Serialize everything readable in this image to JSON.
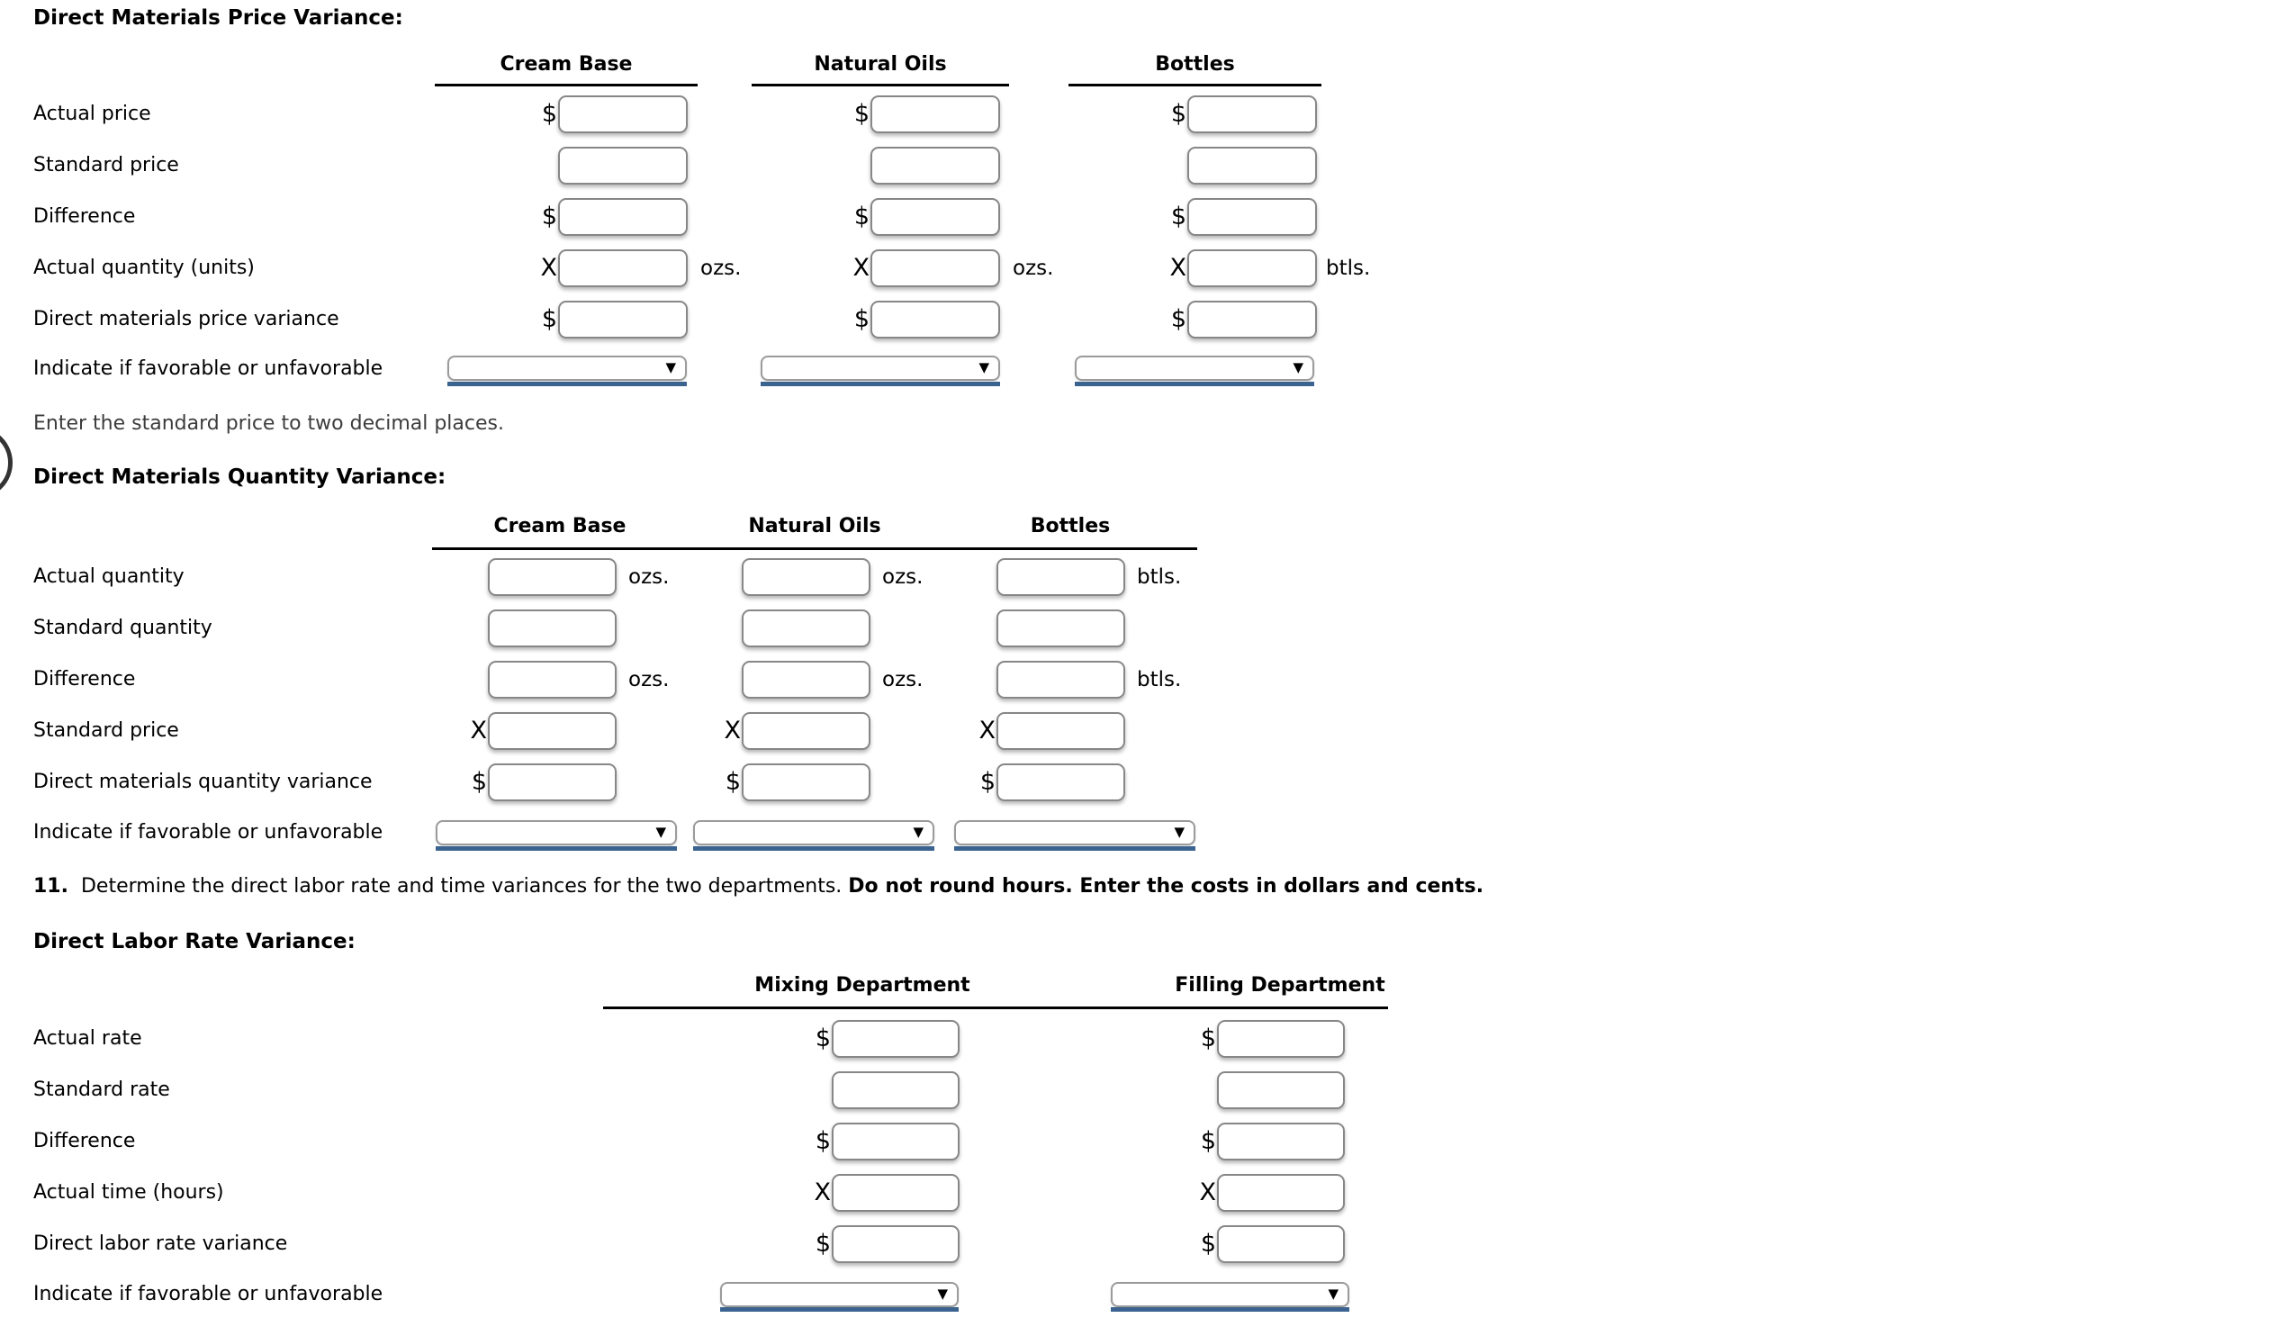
{
  "note": "Enter the standard price to two decimal places.",
  "instruction": {
    "number": "11.",
    "normal": "Determine the direct labor rate and time variances for the two departments.",
    "bold": "Do not round hours. Enter the costs in dollars and cents."
  },
  "icons": {
    "caret_down": "▼"
  },
  "colors": {
    "accent_blue": "#3a6390",
    "box_border": "#878787",
    "rule_black": "#000000",
    "muted_text": "#3c3c3c"
  },
  "sections": [
    {
      "title": "Direct Materials Price Variance:",
      "columns": [
        "Cream Base",
        "Natural Oils",
        "Bottles"
      ],
      "rows": [
        {
          "label": "Actual price",
          "prefixes": [
            "$",
            "$",
            "$"
          ]
        },
        {
          "label": "Standard price"
        },
        {
          "label": "Difference",
          "prefixes": [
            "$",
            "$",
            "$"
          ]
        },
        {
          "label": "Actual quantity (units)",
          "prefixes": [
            "X",
            "X",
            "X"
          ],
          "suffixes": [
            "ozs.",
            "ozs.",
            "btls."
          ]
        },
        {
          "label": "Direct materials price variance",
          "prefixes": [
            "$",
            "$",
            "$"
          ]
        }
      ],
      "favorable_label": "Indicate if favorable or unfavorable",
      "selects": [
        {
          "value": ""
        },
        {
          "value": ""
        },
        {
          "value": ""
        }
      ]
    },
    {
      "title": "Direct Materials Quantity Variance:",
      "columns": [
        "Cream Base",
        "Natural Oils",
        "Bottles"
      ],
      "rows": [
        {
          "label": "Actual quantity",
          "suffixes": [
            "ozs.",
            "ozs.",
            "btls."
          ]
        },
        {
          "label": "Standard quantity"
        },
        {
          "label": "Difference",
          "suffixes": [
            "ozs.",
            "ozs.",
            "btls."
          ]
        },
        {
          "label": "Standard price",
          "prefixes": [
            "X",
            "X",
            "X"
          ]
        },
        {
          "label": "Direct materials quantity variance",
          "prefixes": [
            "$",
            "$",
            "$"
          ]
        }
      ],
      "favorable_label": "Indicate if favorable or unfavorable",
      "selects": [
        {
          "value": ""
        },
        {
          "value": ""
        },
        {
          "value": ""
        }
      ]
    },
    {
      "title": "Direct Labor Rate Variance:",
      "columns": [
        "Mixing Department",
        "Filling Department"
      ],
      "rows": [
        {
          "label": "Actual rate",
          "prefixes": [
            "$",
            "$"
          ]
        },
        {
          "label": "Standard rate"
        },
        {
          "label": "Difference",
          "prefixes": [
            "$",
            "$"
          ]
        },
        {
          "label": "Actual time (hours)",
          "prefixes": [
            "X",
            "X"
          ]
        },
        {
          "label": "Direct labor rate variance",
          "prefixes": [
            "$",
            "$"
          ]
        }
      ],
      "favorable_label": "Indicate if favorable or unfavorable",
      "selects": [
        {
          "value": ""
        },
        {
          "value": ""
        }
      ]
    }
  ]
}
